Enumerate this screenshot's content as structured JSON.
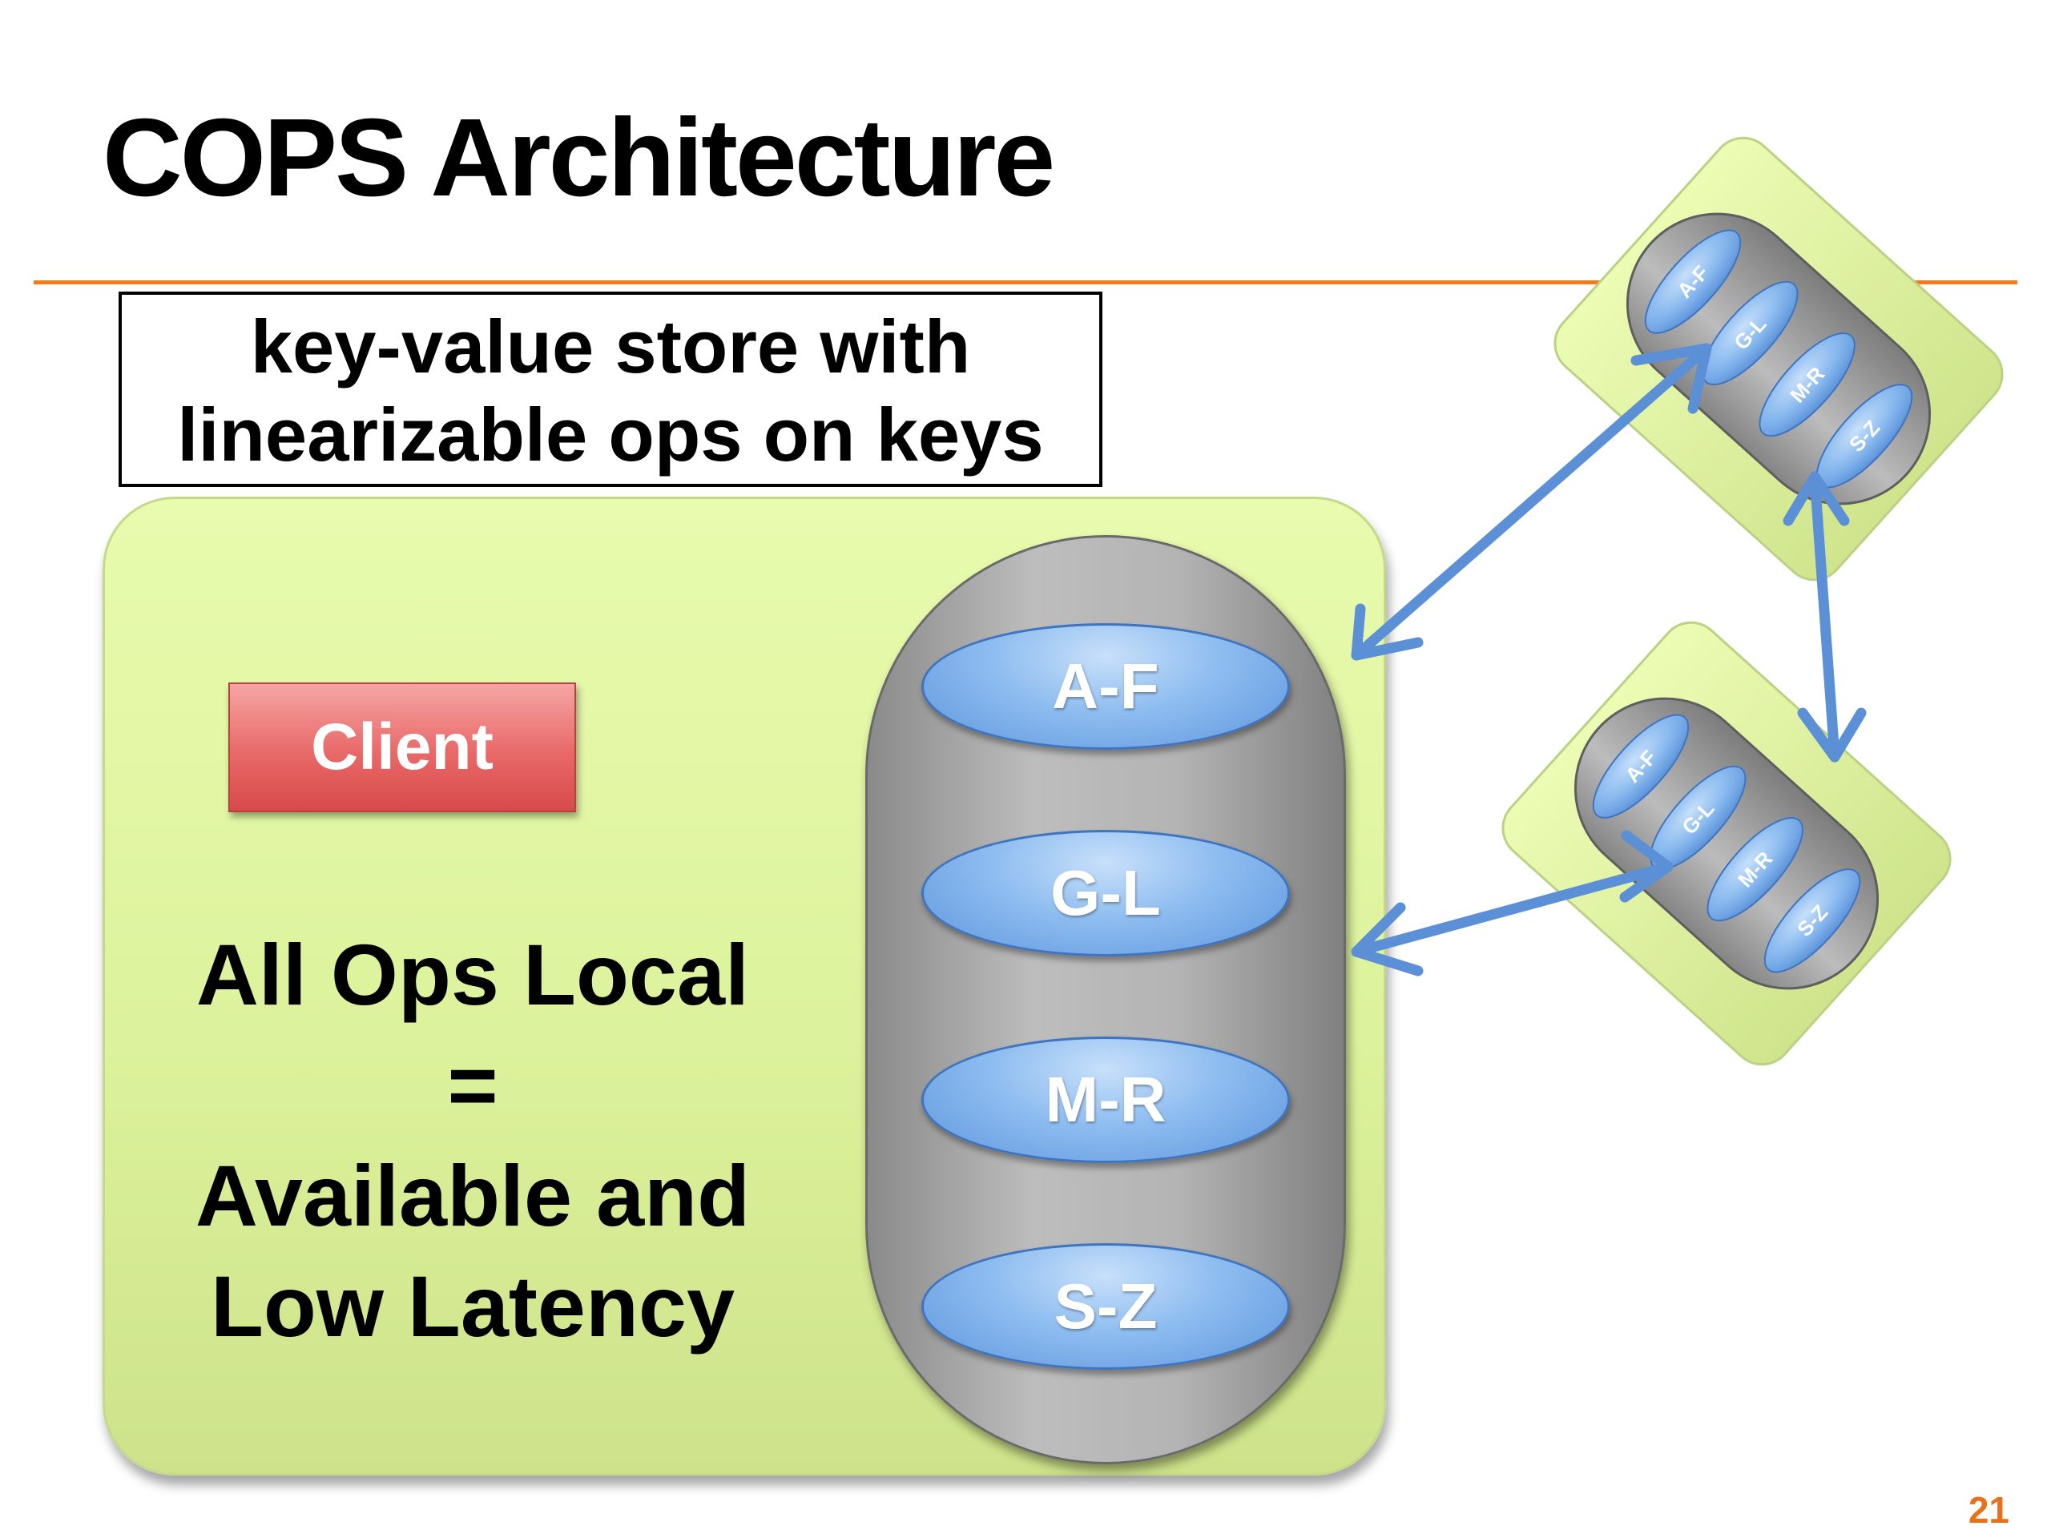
{
  "slide": {
    "title": "COPS Architecture",
    "callout_lines": [
      "key-value store with",
      "linearizable ops on keys"
    ],
    "page_number": "21"
  },
  "local_datacenter": {
    "client_label": "Client",
    "statement_lines": [
      "All Ops Local",
      "=",
      "Available and",
      "Low Latency"
    ],
    "shards": [
      "A-F",
      "G-L",
      "M-R",
      "S-Z"
    ]
  },
  "remote_datacenters": [
    {
      "shards": [
        "A-F",
        "G-L",
        "M-R",
        "S-Z"
      ]
    },
    {
      "shards": [
        "A-F",
        "G-L",
        "M-R",
        "S-Z"
      ]
    }
  ],
  "colors": {
    "accent_rule": "#f07c1e",
    "datacenter_fill": "#e3f7a6",
    "client_fill": "#e86868",
    "shard_fill": "#8dbcf0",
    "cluster_fill": "#b4b4b4",
    "arrow": "#5b8fd6",
    "page_number": "#e8721c"
  }
}
